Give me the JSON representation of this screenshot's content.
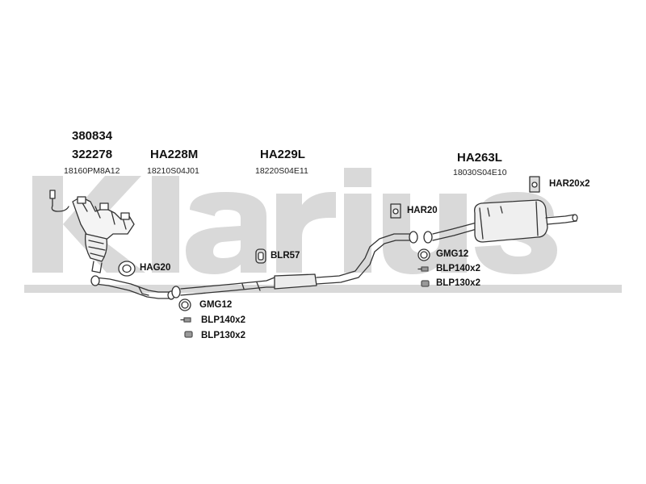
{
  "watermark": {
    "text": "Klarius",
    "color": "#d9d9d9"
  },
  "groups": [
    {
      "codes": [
        "380834",
        "322278"
      ],
      "part_no": "18160PM8A12"
    },
    {
      "codes": [
        "HA228M"
      ],
      "part_no": "18210S04J01"
    },
    {
      "codes": [
        "HA229L"
      ],
      "part_no": "18220S04E11"
    },
    {
      "codes": [
        "HA263L"
      ],
      "part_no": "18030S04E10"
    }
  ],
  "parts": {
    "hag20": "HAG20",
    "blr57": "BLR57",
    "har20": "HAR20",
    "har20x2": "HAR20x2",
    "gmg12_a": "GMG12",
    "blp140x2_a": "BLP140x2",
    "blp130x2_a": "BLP130x2",
    "gmg12_b": "GMG12",
    "blp140x2_b": "BLP140x2",
    "blp130x2_b": "BLP130x2"
  }
}
